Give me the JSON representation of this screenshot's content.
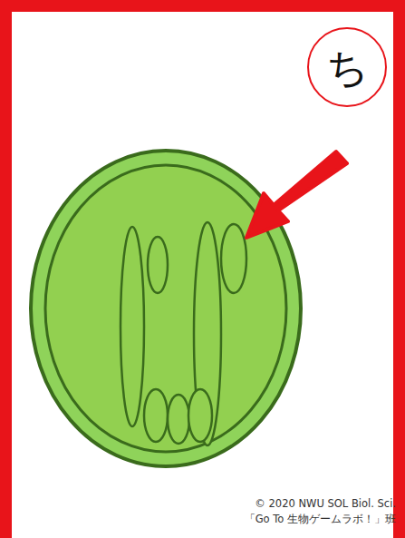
{
  "diagram": {
    "nodes": [
      {
        "text": [
          "ち"
        ]
      }
    ],
    "labels": [
      "© 2020 NWU SOL Biol. Sci.",
      "「Go To 生物ゲームラボ！」班"
    ]
  }
}
